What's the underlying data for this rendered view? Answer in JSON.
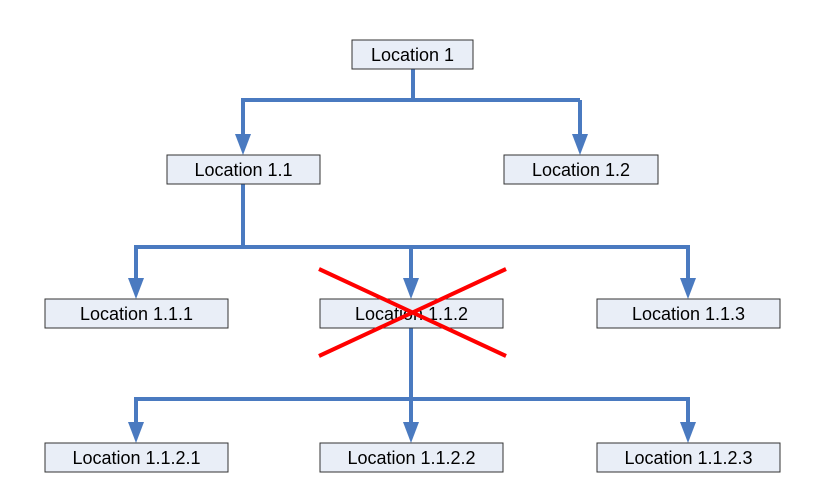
{
  "colors": {
    "connector": "#4a7ac0",
    "node_fill": "#e9eef7",
    "node_stroke": "#333333",
    "cross": "#ff0000"
  },
  "nodes": {
    "root": {
      "label": "Location 1"
    },
    "n11": {
      "label": "Location 1.1"
    },
    "n12": {
      "label": "Location 1.2"
    },
    "n111": {
      "label": "Location 1.1.1"
    },
    "n112": {
      "label": "Location 1.1.2",
      "crossed_out": true
    },
    "n113": {
      "label": "Location 1.1.3"
    },
    "n1121": {
      "label": "Location 1.1.2.1"
    },
    "n1122": {
      "label": "Location 1.1.2.2"
    },
    "n1123": {
      "label": "Location 1.1.2.3"
    }
  },
  "edges": [
    {
      "from": "root",
      "to": "n11"
    },
    {
      "from": "root",
      "to": "n12"
    },
    {
      "from": "n11",
      "to": "n111"
    },
    {
      "from": "n11",
      "to": "n112"
    },
    {
      "from": "n11",
      "to": "n113"
    },
    {
      "from": "n112",
      "to": "n1121"
    },
    {
      "from": "n112",
      "to": "n1122"
    },
    {
      "from": "n112",
      "to": "n1123"
    }
  ]
}
